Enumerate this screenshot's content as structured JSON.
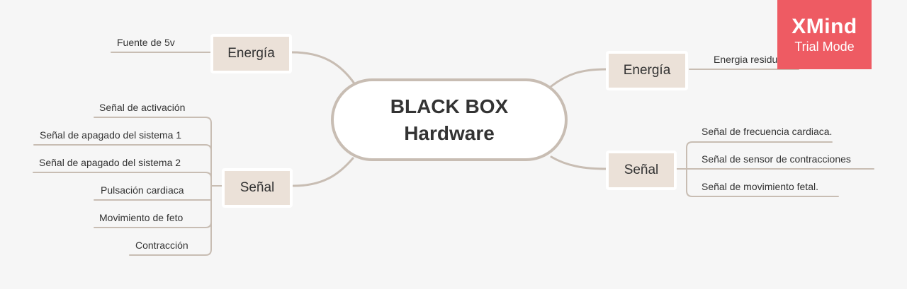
{
  "central_topic": {
    "line1": "BLACK BOX",
    "line2": "Hardware"
  },
  "left": {
    "energia": {
      "label": "Energía",
      "subtopics": [
        "Fuente de  5v"
      ]
    },
    "senal": {
      "label": "Señal",
      "subtopics": [
        "Señal de activación",
        "Señal de apagado del sistema 1",
        "Señal de apagado del sistema 2",
        "Pulsación cardiaca",
        "Movimiento de feto",
        "Contracción"
      ]
    }
  },
  "right": {
    "energia": {
      "label": "Energía",
      "subtopics": [
        "Energia residual"
      ]
    },
    "senal": {
      "label": "Señal",
      "subtopics": [
        "Señal de frecuencia cardiaca.",
        "Señal de sensor de contracciones",
        "Señal de movimiento fetal."
      ]
    }
  },
  "watermark": {
    "logo": "XMind",
    "mode": "Trial Mode"
  },
  "colors": {
    "background": "#f6f6f6",
    "connector": "#c8bdb3",
    "topic_fill": "#ebe1d8",
    "watermark": "#ee5b63"
  }
}
